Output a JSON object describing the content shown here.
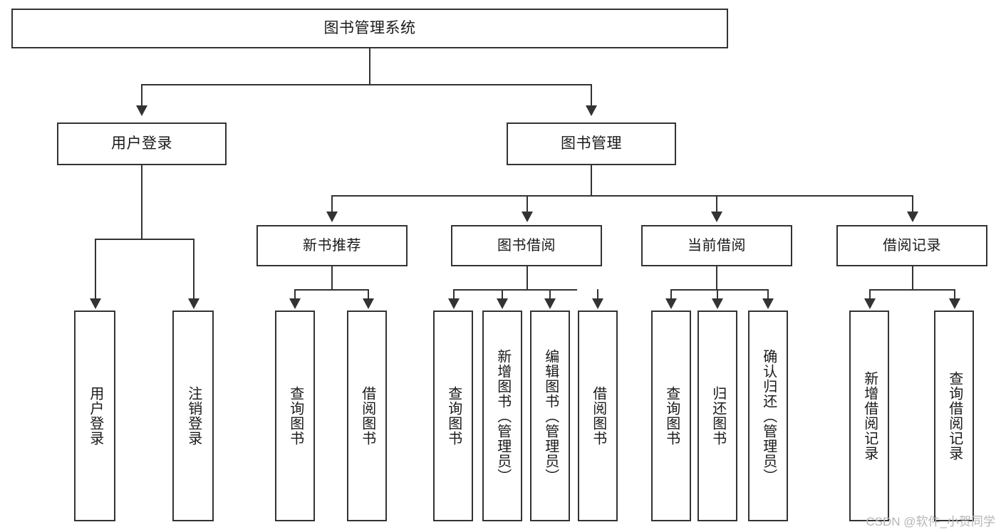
{
  "diagram": {
    "title": "图书管理系统",
    "type": "功能结构图",
    "watermark": "CSDN @软件_小贺同学",
    "colors": {
      "stroke": "#333333",
      "text": "#1a1a1a",
      "background": "#ffffff",
      "watermark": "#b6b6b6"
    }
  },
  "root": {
    "label": "图书管理系统"
  },
  "level1": [
    {
      "label": "用户登录"
    },
    {
      "label": "图书管理"
    }
  ],
  "level2": [
    {
      "label": "新书推荐"
    },
    {
      "label": "图书借阅"
    },
    {
      "label": "当前借阅"
    },
    {
      "label": "借阅记录"
    }
  ],
  "leaves": {
    "user_login": [
      {
        "label": "用户登录"
      },
      {
        "label": "注销登录"
      }
    ],
    "new_books": [
      {
        "label": "查询图书"
      },
      {
        "label": "借阅图书"
      }
    ],
    "book_borrow": [
      {
        "label": "查询图书"
      },
      {
        "label": "新增图书（管理员）"
      },
      {
        "label": "编辑图书（管理员）"
      },
      {
        "label": "借阅图书"
      }
    ],
    "current_borrow": [
      {
        "label": "查询图书"
      },
      {
        "label": "归还图书"
      },
      {
        "label": "确认归还（管理员）"
      }
    ],
    "borrow_records": [
      {
        "label": "新增借阅记录"
      },
      {
        "label": "查询借阅记录"
      }
    ]
  }
}
